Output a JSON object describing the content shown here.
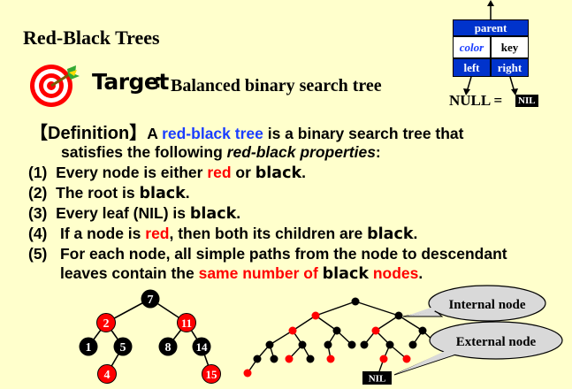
{
  "title": "Red-Black Trees",
  "target": {
    "label": "Target",
    "colon": ":",
    "description": "Balanced binary search tree"
  },
  "node_legend": {
    "parent": "parent",
    "color": "color",
    "key": "key",
    "left": "left",
    "right": "right",
    "null_label": "NULL =",
    "nil": "NIL"
  },
  "definition": {
    "heading": "【Definition】",
    "line1_a": "A ",
    "line1_term": "red-black tree",
    "line1_b": " is a binary search tree that",
    "line2_a": "satisfies the following ",
    "line2_term": "red-black properties",
    "line2_b": ":",
    "properties": [
      {
        "num": "(1)",
        "a": "Every node is either ",
        "red": "red",
        "b": " or ",
        "black": "black",
        "c": "."
      },
      {
        "num": "(2)",
        "a": "The root is ",
        "black": "black",
        "c": "."
      },
      {
        "num": "(3)",
        "a": "Every leaf (NIL) is ",
        "black": "black",
        "c": "."
      },
      {
        "num": "(4)",
        "a": "If a node is ",
        "red": "red",
        "b": ", then both its children are ",
        "black": "black",
        "c": "."
      },
      {
        "num": "(5)",
        "a": "For each node, all simple paths from the node to descendant",
        "b": "leaves contain the ",
        "red": "same number of ",
        "black": "black",
        "red2": " nodes",
        "c": "."
      }
    ]
  },
  "example_tree": {
    "nodes": [
      {
        "key": "7",
        "color": "black"
      },
      {
        "key": "2",
        "color": "red"
      },
      {
        "key": "11",
        "color": "red"
      },
      {
        "key": "1",
        "color": "black"
      },
      {
        "key": "5",
        "color": "black"
      },
      {
        "key": "8",
        "color": "black"
      },
      {
        "key": "14",
        "color": "black"
      },
      {
        "key": "4",
        "color": "red"
      },
      {
        "key": "15",
        "color": "red"
      }
    ]
  },
  "callouts": {
    "internal": "Internal node",
    "external": "External node",
    "nil": "NIL"
  },
  "colors": {
    "background": "#ffffcc",
    "red": "#ff0000",
    "blue": "#1a3dff",
    "legend_blue": "#0033cc",
    "callout_fill": "#d9d9d9"
  }
}
